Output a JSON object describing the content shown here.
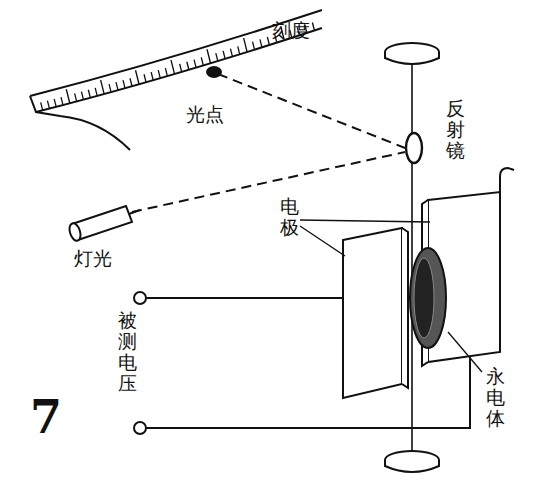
{
  "diagram": {
    "labels": [
      "刻度",
      "光点",
      "反射镜",
      "灯光",
      "电极",
      "被测电压",
      "永电体",
      "7"
    ]
  }
}
